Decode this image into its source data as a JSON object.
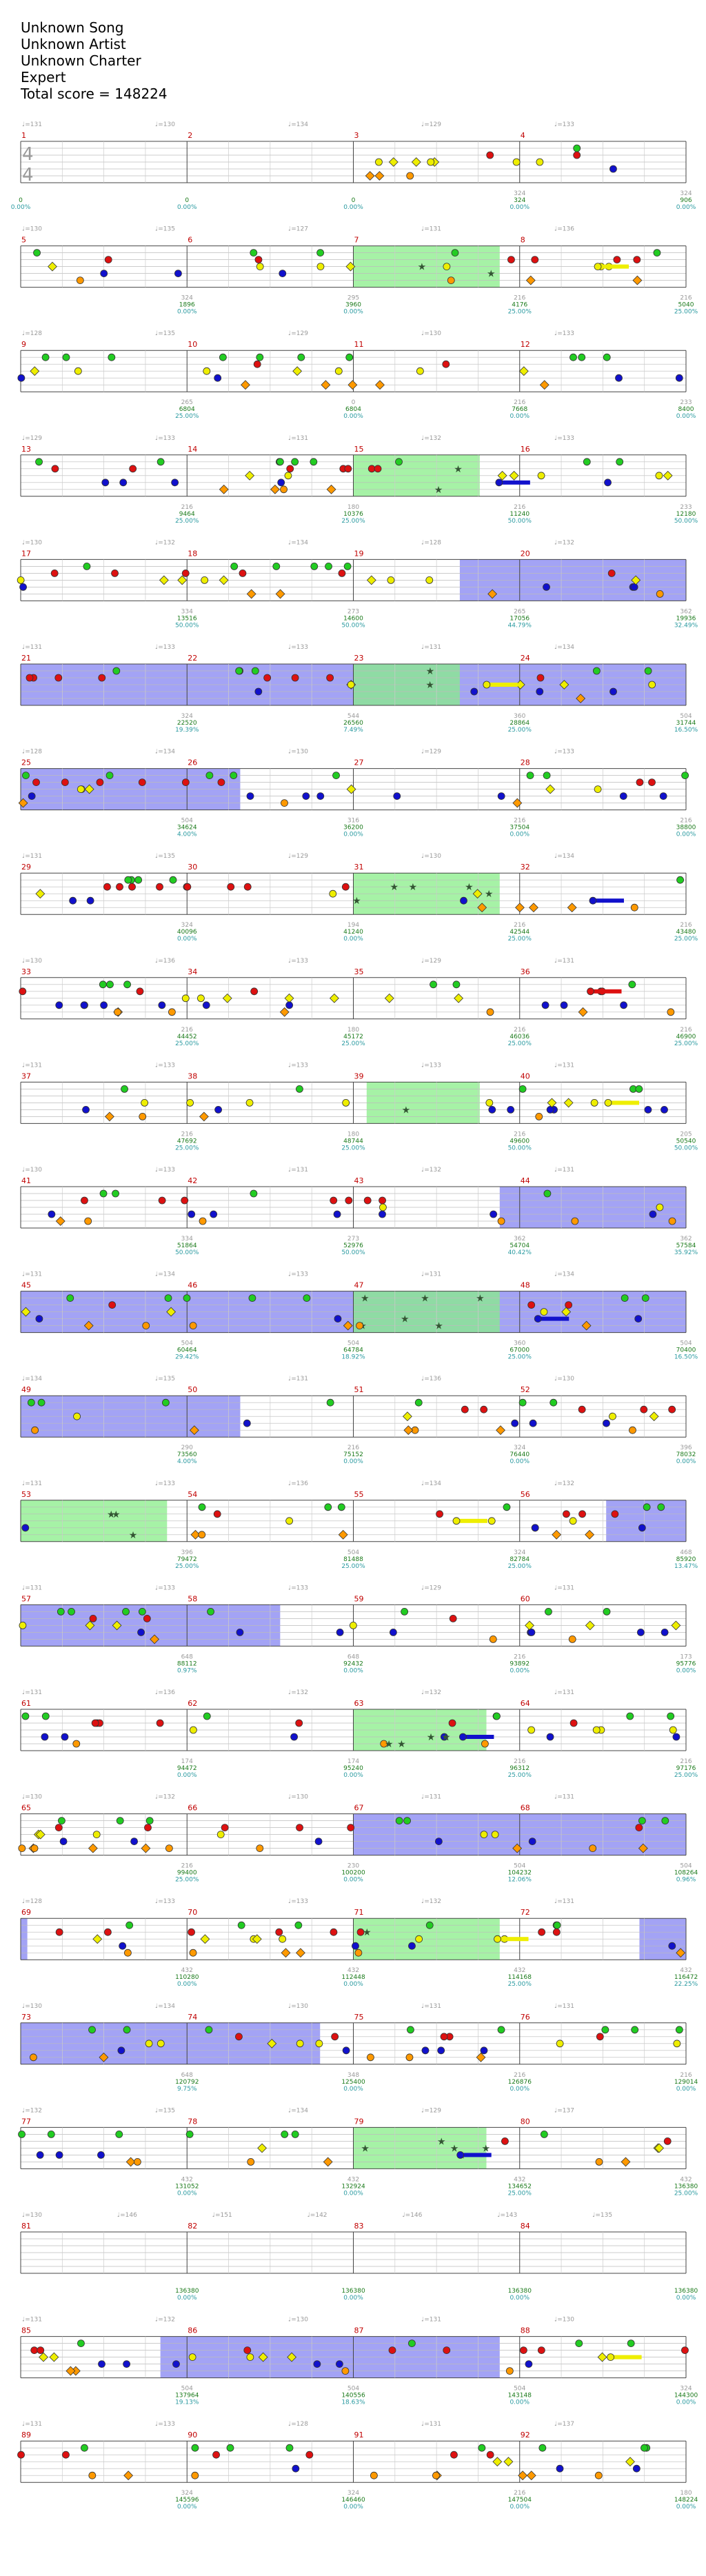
{
  "header": {
    "song": "Unknown Song",
    "artist": "Unknown Artist",
    "charter": "Unknown Charter",
    "difficulty": "Expert",
    "total_score": "Total score = 148224"
  },
  "time_signature": [
    "4",
    "4"
  ],
  "colors": {
    "green": "#22cc22",
    "red": "#dd1111",
    "yellow": "#eeee00",
    "blue": "#1111cc",
    "orange": "#ff9900",
    "star_power": "#88ee88",
    "solo": "#6666ee"
  },
  "rows": [
    {
      "bpm": [
        "♩=131",
        "♩=130",
        "♩=134",
        "♩=129",
        "♩=133"
      ],
      "measures": [
        {
          "n": "1",
          "s1": "",
          "s2": "0",
          "s3": "0.00%"
        },
        {
          "n": "2",
          "s1": "",
          "s2": "0",
          "s3": "0.00%"
        },
        {
          "n": "3",
          "s1": "",
          "s2": "0",
          "s3": "0.00%"
        },
        {
          "n": "4",
          "s1": "324",
          "s2": "324",
          "s3": "0.00%"
        }
      ],
      "tail": {
        "s1": "324",
        "s2": "906",
        "s3": "0.00%"
      }
    },
    {
      "bpm": [
        "♩=130",
        "♩=135",
        "♩=127",
        "♩=131",
        "♩=136"
      ],
      "measures": [
        {
          "n": "5",
          "s1": "",
          "s2": "",
          "s3": ""
        },
        {
          "n": "6",
          "s1": "324",
          "s2": "1896",
          "s3": "0.00%"
        },
        {
          "n": "7",
          "s1": "295",
          "s2": "3960",
          "s3": "0.00%"
        },
        {
          "n": "8",
          "s1": "216",
          "s2": "4176",
          "s3": "25.00%"
        }
      ],
      "tail": {
        "s1": "216",
        "s2": "5040",
        "s3": "25.00%"
      }
    },
    {
      "bpm": [
        "♩=128",
        "♩=135",
        "♩=129",
        "♩=130",
        "♩=133"
      ],
      "measures": [
        {
          "n": "9",
          "s1": "",
          "s2": "",
          "s3": ""
        },
        {
          "n": "10",
          "s1": "265",
          "s2": "6804",
          "s3": "25.00%"
        },
        {
          "n": "11",
          "s1": "0",
          "s2": "6804",
          "s3": "0.00%"
        },
        {
          "n": "12",
          "s1": "216",
          "s2": "7668",
          "s3": "0.00%"
        }
      ],
      "tail": {
        "s1": "233",
        "s2": "8400",
        "s3": "0.00%"
      }
    },
    {
      "bpm": [
        "♩=129",
        "♩=133",
        "♩=131",
        "♩=132",
        "♩=133"
      ],
      "measures": [
        {
          "n": "13",
          "s1": "",
          "s2": "",
          "s3": ""
        },
        {
          "n": "14",
          "s1": "216",
          "s2": "9464",
          "s3": "25.00%"
        },
        {
          "n": "15",
          "s1": "180",
          "s2": "10376",
          "s3": "25.00%"
        },
        {
          "n": "16",
          "s1": "216",
          "s2": "11240",
          "s3": "50.00%"
        }
      ],
      "tail": {
        "s1": "233",
        "s2": "12180",
        "s3": "50.00%"
      }
    },
    {
      "bpm": [
        "♩=130",
        "♩=132",
        "♩=134",
        "♩=128",
        "♩=132"
      ],
      "measures": [
        {
          "n": "17",
          "s1": "",
          "s2": "",
          "s3": ""
        },
        {
          "n": "18",
          "s1": "334",
          "s2": "13516",
          "s3": "50.00%"
        },
        {
          "n": "19",
          "s1": "273",
          "s2": "14600",
          "s3": "50.00%"
        },
        {
          "n": "20",
          "s1": "265",
          "s2": "17056",
          "s3": "44.79%"
        }
      ],
      "tail": {
        "s1": "362",
        "s2": "19936",
        "s3": "32.49%"
      }
    },
    {
      "bpm": [
        "♩=131",
        "♩=133",
        "♩=133",
        "♩=131",
        "♩=134"
      ],
      "measures": [
        {
          "n": "21",
          "s1": "",
          "s2": "",
          "s3": ""
        },
        {
          "n": "22",
          "s1": "324",
          "s2": "22520",
          "s3": "19.39%"
        },
        {
          "n": "23",
          "s1": "544",
          "s2": "26560",
          "s3": "7.49%"
        },
        {
          "n": "24",
          "s1": "360",
          "s2": "28864",
          "s3": "25.00%"
        }
      ],
      "tail": {
        "s1": "504",
        "s2": "31744",
        "s3": "16.50%"
      }
    },
    {
      "bpm": [
        "♩=128",
        "♩=134",
        "♩=130",
        "♩=129",
        "♩=133"
      ],
      "measures": [
        {
          "n": "25",
          "s1": "",
          "s2": "",
          "s3": ""
        },
        {
          "n": "26",
          "s1": "504",
          "s2": "34624",
          "s3": "4.00%"
        },
        {
          "n": "27",
          "s1": "316",
          "s2": "36200",
          "s3": "0.00%"
        },
        {
          "n": "28",
          "s1": "216",
          "s2": "37504",
          "s3": "0.00%"
        }
      ],
      "tail": {
        "s1": "216",
        "s2": "38800",
        "s3": "0.00%"
      }
    },
    {
      "bpm": [
        "♩=131",
        "♩=135",
        "♩=129",
        "♩=130",
        "♩=134"
      ],
      "measures": [
        {
          "n": "29",
          "s1": "",
          "s2": "",
          "s3": ""
        },
        {
          "n": "30",
          "s1": "324",
          "s2": "40096",
          "s3": "0.00%"
        },
        {
          "n": "31",
          "s1": "194",
          "s2": "41240",
          "s3": "0.00%"
        },
        {
          "n": "32",
          "s1": "216",
          "s2": "42544",
          "s3": "25.00%"
        }
      ],
      "tail": {
        "s1": "216",
        "s2": "43480",
        "s3": "25.00%"
      }
    },
    {
      "bpm": [
        "♩=130",
        "♩=136",
        "♩=133",
        "♩=129",
        "♩=131"
      ],
      "measures": [
        {
          "n": "33",
          "s1": "",
          "s2": "",
          "s3": ""
        },
        {
          "n": "34",
          "s1": "216",
          "s2": "44452",
          "s3": "25.00%"
        },
        {
          "n": "35",
          "s1": "180",
          "s2": "45172",
          "s3": "25.00%"
        },
        {
          "n": "36",
          "s1": "216",
          "s2": "46036",
          "s3": "25.00%"
        }
      ],
      "tail": {
        "s1": "216",
        "s2": "46900",
        "s3": "25.00%"
      }
    },
    {
      "bpm": [
        "♩=131",
        "♩=133",
        "♩=133",
        "♩=133",
        "♩=131"
      ],
      "measures": [
        {
          "n": "37",
          "s1": "",
          "s2": "",
          "s3": ""
        },
        {
          "n": "38",
          "s1": "216",
          "s2": "47692",
          "s3": "25.00%"
        },
        {
          "n": "39",
          "s1": "180",
          "s2": "48744",
          "s3": "25.00%"
        },
        {
          "n": "40",
          "s1": "216",
          "s2": "49600",
          "s3": "50.00%"
        }
      ],
      "tail": {
        "s1": "205",
        "s2": "50540",
        "s3": "50.00%"
      }
    },
    {
      "bpm": [
        "♩=130",
        "♩=133",
        "♩=131",
        "♩=132",
        "♩=131"
      ],
      "measures": [
        {
          "n": "41",
          "s1": "",
          "s2": "",
          "s3": ""
        },
        {
          "n": "42",
          "s1": "334",
          "s2": "51864",
          "s3": "50.00%"
        },
        {
          "n": "43",
          "s1": "273",
          "s2": "52976",
          "s3": "50.00%"
        },
        {
          "n": "44",
          "s1": "362",
          "s2": "54704",
          "s3": "40.42%"
        }
      ],
      "tail": {
        "s1": "362",
        "s2": "57584",
        "s3": "35.92%"
      }
    },
    {
      "bpm": [
        "♩=131",
        "♩=134",
        "♩=133",
        "♩=131",
        "♩=134"
      ],
      "measures": [
        {
          "n": "45",
          "s1": "",
          "s2": "",
          "s3": ""
        },
        {
          "n": "46",
          "s1": "504",
          "s2": "60464",
          "s3": "29.42%"
        },
        {
          "n": "47",
          "s1": "504",
          "s2": "64784",
          "s3": "18.92%"
        },
        {
          "n": "48",
          "s1": "360",
          "s2": "67000",
          "s3": "25.00%"
        }
      ],
      "tail": {
        "s1": "504",
        "s2": "70400",
        "s3": "16.50%"
      }
    },
    {
      "bpm": [
        "♩=134",
        "♩=135",
        "♩=131",
        "♩=136",
        "♩=130"
      ],
      "measures": [
        {
          "n": "49",
          "s1": "",
          "s2": "",
          "s3": ""
        },
        {
          "n": "50",
          "s1": "290",
          "s2": "73560",
          "s3": "4.00%"
        },
        {
          "n": "51",
          "s1": "216",
          "s2": "75152",
          "s3": "0.00%"
        },
        {
          "n": "52",
          "s1": "324",
          "s2": "76440",
          "s3": "0.00%"
        }
      ],
      "tail": {
        "s1": "396",
        "s2": "78032",
        "s3": "0.00%"
      }
    },
    {
      "bpm": [
        "♩=131",
        "♩=133",
        "♩=136",
        "♩=134",
        "♩=132"
      ],
      "measures": [
        {
          "n": "53",
          "s1": "",
          "s2": "",
          "s3": ""
        },
        {
          "n": "54",
          "s1": "396",
          "s2": "79472",
          "s3": "25.00%"
        },
        {
          "n": "55",
          "s1": "504",
          "s2": "81488",
          "s3": "25.00%"
        },
        {
          "n": "56",
          "s1": "324",
          "s2": "82784",
          "s3": "25.00%"
        }
      ],
      "tail": {
        "s1": "468",
        "s2": "85920",
        "s3": "13.47%"
      }
    },
    {
      "bpm": [
        "♩=131",
        "♩=133",
        "♩=133",
        "♩=129",
        "♩=131"
      ],
      "measures": [
        {
          "n": "57",
          "s1": "",
          "s2": "",
          "s3": ""
        },
        {
          "n": "58",
          "s1": "648",
          "s2": "88112",
          "s3": "0.97%"
        },
        {
          "n": "59",
          "s1": "648",
          "s2": "92432",
          "s3": "0.00%"
        },
        {
          "n": "60",
          "s1": "216",
          "s2": "93892",
          "s3": "0.00%"
        }
      ],
      "tail": {
        "s1": "173",
        "s2": "95776",
        "s3": "0.00%"
      }
    },
    {
      "bpm": [
        "♩=131",
        "♩=136",
        "♩=132",
        "♩=132",
        "♩=131"
      ],
      "measures": [
        {
          "n": "61",
          "s1": "",
          "s2": "",
          "s3": ""
        },
        {
          "n": "62",
          "s1": "174",
          "s2": "94472",
          "s3": "0.00%"
        },
        {
          "n": "63",
          "s1": "174",
          "s2": "95240",
          "s3": "0.00%"
        },
        {
          "n": "64",
          "s1": "216",
          "s2": "96312",
          "s3": "25.00%"
        }
      ],
      "tail": {
        "s1": "216",
        "s2": "97176",
        "s3": "25.00%"
      }
    },
    {
      "bpm": [
        "♩=130",
        "♩=132",
        "♩=130",
        "♩=131",
        "♩=131"
      ],
      "measures": [
        {
          "n": "65",
          "s1": "",
          "s2": "",
          "s3": ""
        },
        {
          "n": "66",
          "s1": "216",
          "s2": "99400",
          "s3": "25.00%"
        },
        {
          "n": "67",
          "s1": "230",
          "s2": "100200",
          "s3": "0.00%"
        },
        {
          "n": "68",
          "s1": "504",
          "s2": "104232",
          "s3": "12.06%"
        }
      ],
      "tail": {
        "s1": "504",
        "s2": "108264",
        "s3": "0.96%"
      }
    },
    {
      "bpm": [
        "♩=128",
        "♩=133",
        "♩=133",
        "♩=132",
        "♩=131"
      ],
      "measures": [
        {
          "n": "69",
          "s1": "",
          "s2": "",
          "s3": ""
        },
        {
          "n": "70",
          "s1": "432",
          "s2": "110280",
          "s3": "0.00%"
        },
        {
          "n": "71",
          "s1": "432",
          "s2": "112448",
          "s3": "0.00%"
        },
        {
          "n": "72",
          "s1": "432",
          "s2": "114168",
          "s3": "25.00%"
        }
      ],
      "tail": {
        "s1": "432",
        "s2": "116472",
        "s3": "22.25%"
      }
    },
    {
      "bpm": [
        "♩=130",
        "♩=134",
        "♩=130",
        "♩=131",
        "♩=131"
      ],
      "measures": [
        {
          "n": "73",
          "s1": "",
          "s2": "",
          "s3": ""
        },
        {
          "n": "74",
          "s1": "648",
          "s2": "120792",
          "s3": "9.75%"
        },
        {
          "n": "75",
          "s1": "348",
          "s2": "125400",
          "s3": "0.00%"
        },
        {
          "n": "76",
          "s1": "216",
          "s2": "126876",
          "s3": "0.00%"
        }
      ],
      "tail": {
        "s1": "216",
        "s2": "129014",
        "s3": "0.00%"
      }
    },
    {
      "bpm": [
        "♩=132",
        "♩=135",
        "♩=134",
        "♩=129",
        "♩=137"
      ],
      "measures": [
        {
          "n": "77",
          "s1": "",
          "s2": "",
          "s3": ""
        },
        {
          "n": "78",
          "s1": "432",
          "s2": "131052",
          "s3": "0.00%"
        },
        {
          "n": "79",
          "s1": "432",
          "s2": "132924",
          "s3": "0.00%"
        },
        {
          "n": "80",
          "s1": "432",
          "s2": "134652",
          "s3": "25.00%"
        }
      ],
      "tail": {
        "s1": "432",
        "s2": "136380",
        "s3": "25.00%"
      }
    },
    {
      "bpm": [
        "♩=130",
        "♩=146",
        "♩=151",
        "♩=142",
        "♩=146",
        "♩=143",
        "♩=135"
      ],
      "measures": [
        {
          "n": "81",
          "s1": "",
          "s2": "",
          "s3": ""
        },
        {
          "n": "82",
          "s1": "",
          "s2": "136380",
          "s3": "0.00%"
        },
        {
          "n": "83",
          "s1": "",
          "s2": "136380",
          "s3": "0.00%"
        },
        {
          "n": "84",
          "s1": "",
          "s2": "136380",
          "s3": "0.00%"
        }
      ],
      "tail": {
        "s1": "",
        "s2": "136380",
        "s3": "0.00%"
      }
    },
    {
      "bpm": [
        "♩=131",
        "♩=132",
        "♩=130",
        "♩=131",
        "♩=130"
      ],
      "measures": [
        {
          "n": "85",
          "s1": "",
          "s2": "",
          "s3": ""
        },
        {
          "n": "86",
          "s1": "504",
          "s2": "137964",
          "s3": "19.13%"
        },
        {
          "n": "87",
          "s1": "504",
          "s2": "140556",
          "s3": "18.63%"
        },
        {
          "n": "88",
          "s1": "504",
          "s2": "143148",
          "s3": "0.00%"
        }
      ],
      "tail": {
        "s1": "324",
        "s2": "144300",
        "s3": "0.00%"
      }
    },
    {
      "bpm": [
        "♩=131",
        "♩=133",
        "♩=128",
        "♩=131",
        "♩=137"
      ],
      "measures": [
        {
          "n": "89",
          "s1": "",
          "s2": "",
          "s3": ""
        },
        {
          "n": "90",
          "s1": "324",
          "s2": "145596",
          "s3": "0.00%"
        },
        {
          "n": "91",
          "s1": "324",
          "s2": "146460",
          "s3": "0.00%"
        },
        {
          "n": "92",
          "s1": "216",
          "s2": "147504",
          "s3": "0.00%"
        }
      ],
      "tail": {
        "s1": "180",
        "s2": "148224",
        "s3": "0.00%"
      }
    }
  ]
}
